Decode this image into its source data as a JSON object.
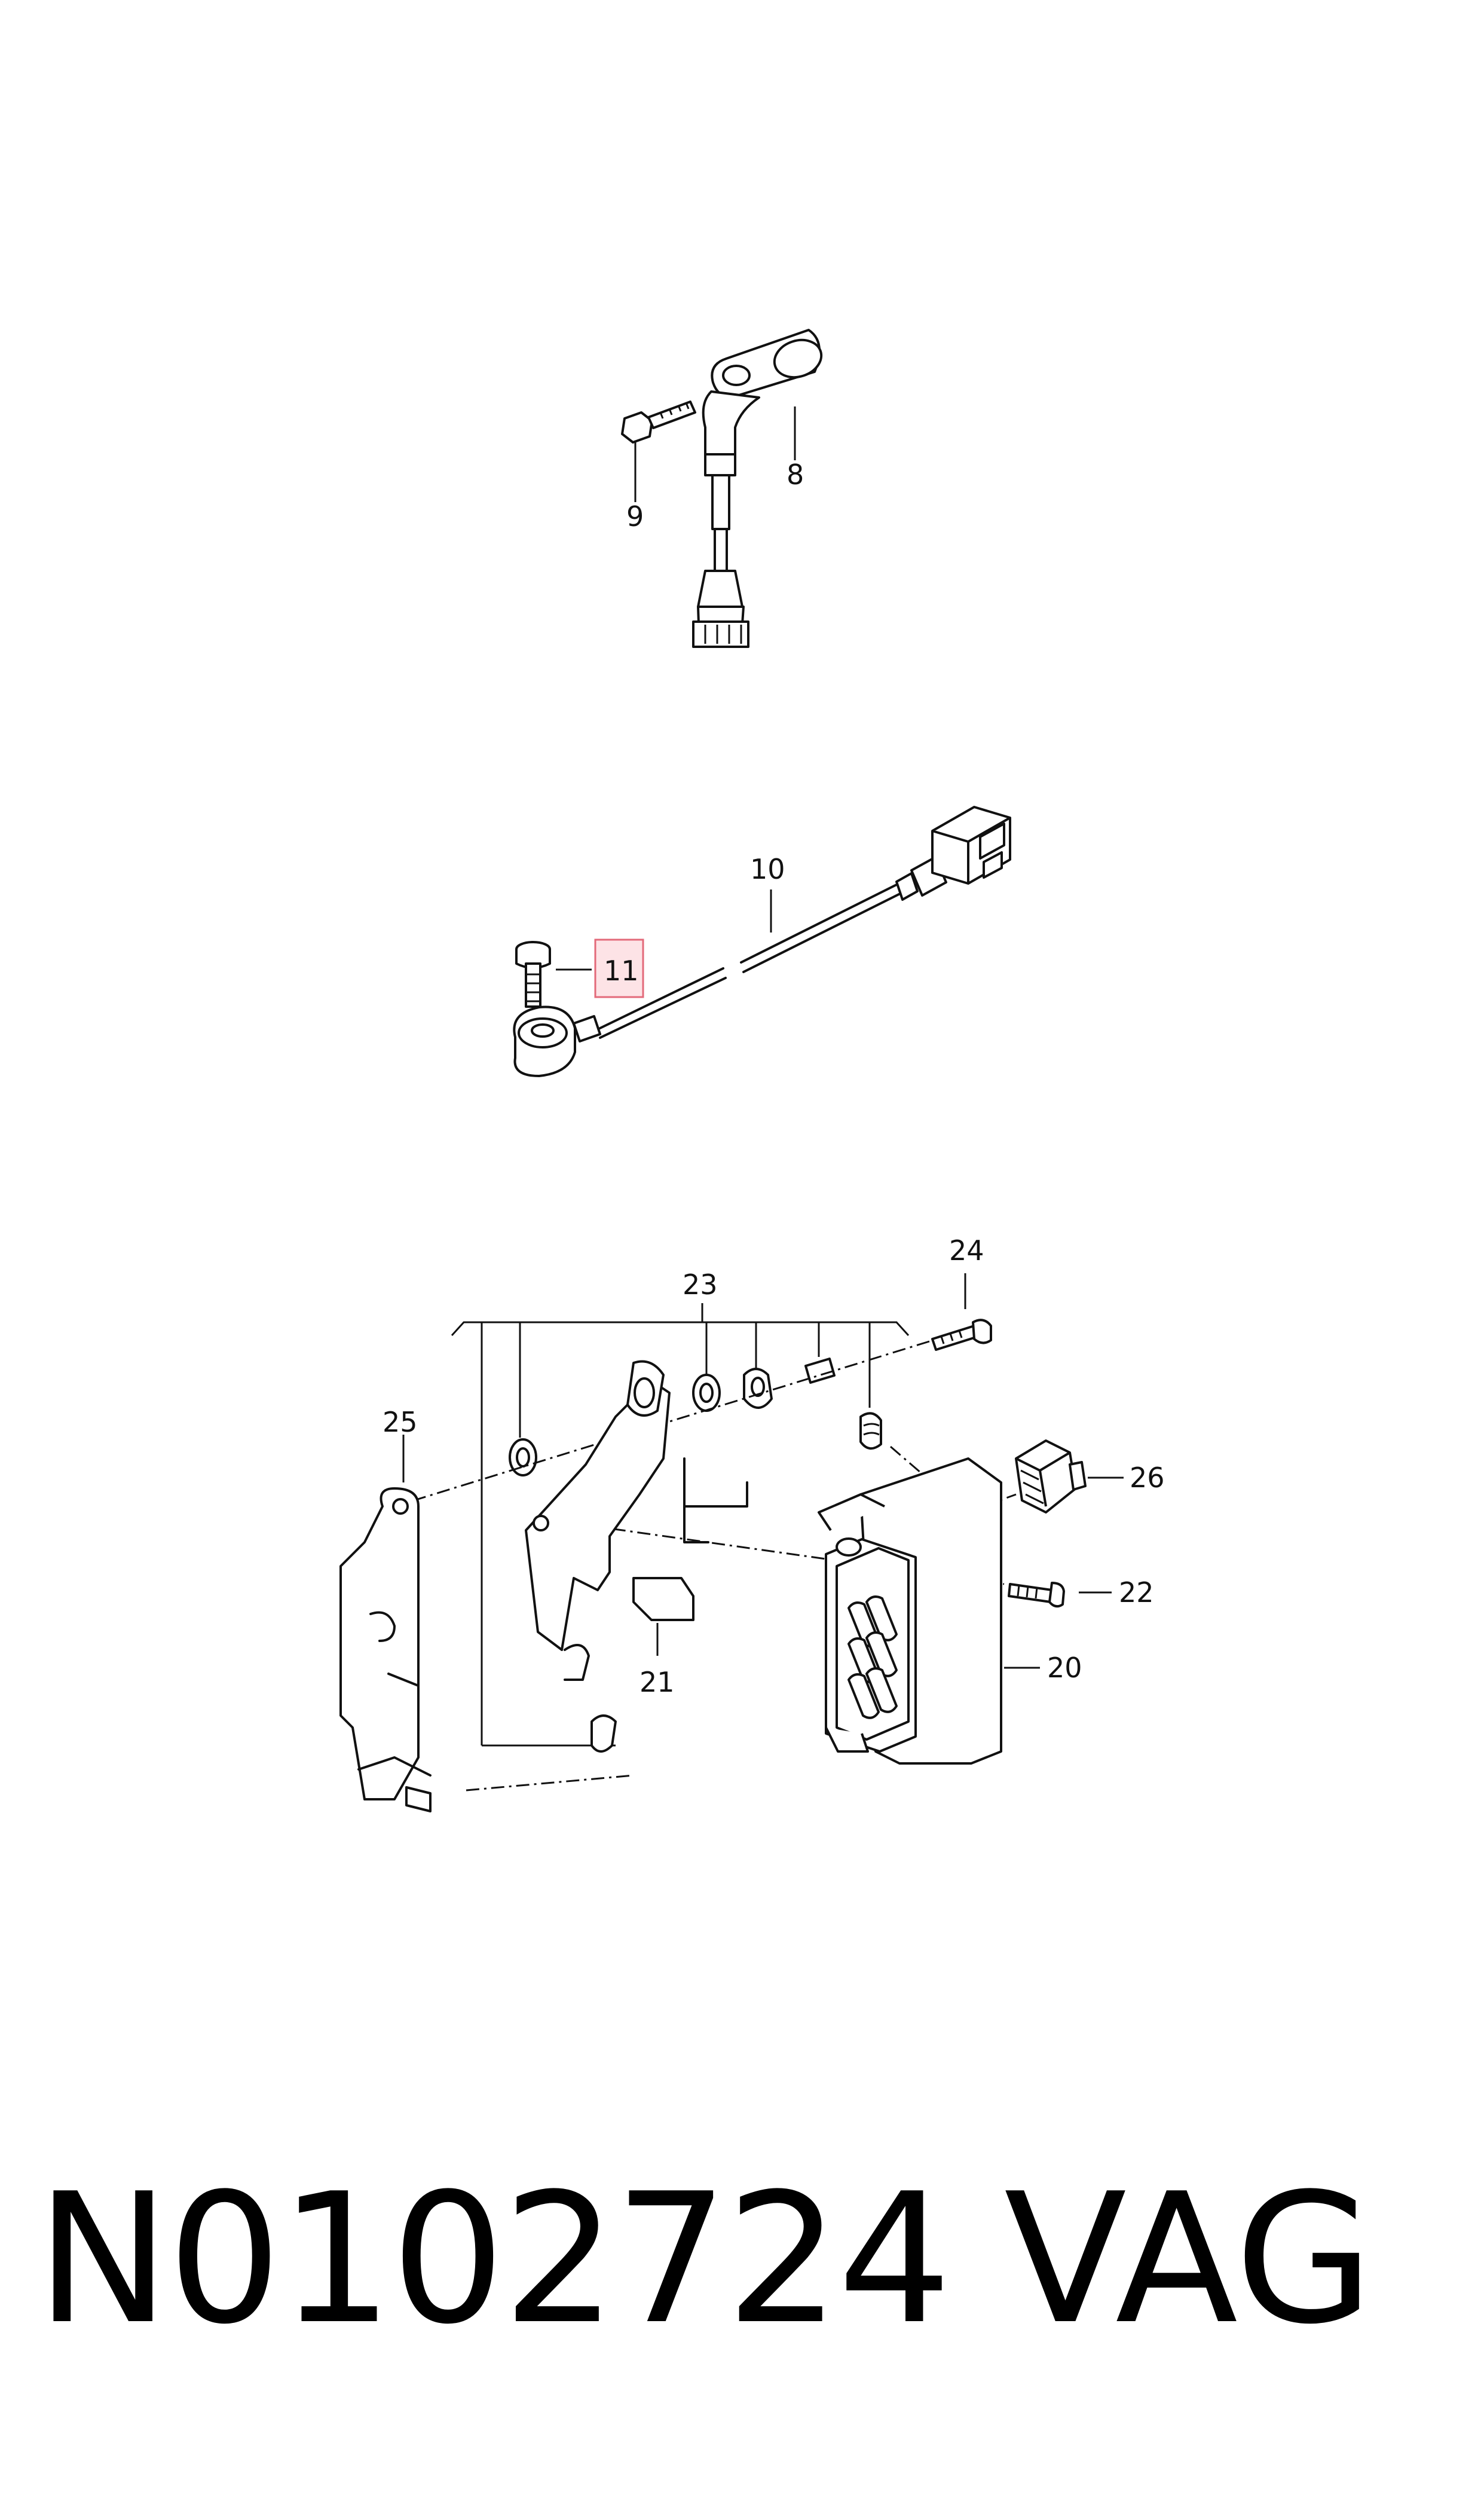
{
  "callouts": {
    "c8": "8",
    "c9": "9",
    "c10": "10",
    "c11": "11",
    "c20": "20",
    "c21": "21",
    "c22": "22",
    "c23": "23",
    "c24": "24",
    "c25": "25",
    "c26": "26"
  },
  "highlighted_callout": "11",
  "highlight_color": "#fde3e6",
  "footer": {
    "part_number": "N0102724",
    "brand": "VAG"
  }
}
